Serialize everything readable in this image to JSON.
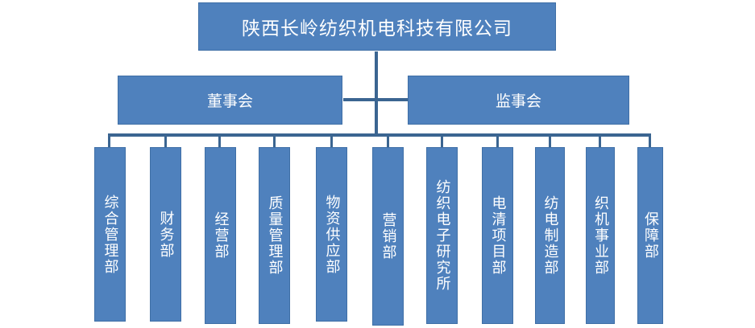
{
  "company": "陕西长岭纺织机电科技有限公司",
  "boards": [
    {
      "label": "董事会"
    },
    {
      "label": "监事会"
    }
  ],
  "departments": [
    {
      "label": "综合管理部"
    },
    {
      "label": "财务部"
    },
    {
      "label": "经营部"
    },
    {
      "label": "质量管理部"
    },
    {
      "label": "物资供应部"
    },
    {
      "label": "营销部"
    },
    {
      "label": "纺织电子研究所"
    },
    {
      "label": "电清项目部"
    },
    {
      "label": "纺电制造部"
    },
    {
      "label": "织机事业部"
    },
    {
      "label": "保障部"
    }
  ],
  "colors": {
    "box": "#4f81bd",
    "line": "#3b6591",
    "text": "#ffffff"
  }
}
